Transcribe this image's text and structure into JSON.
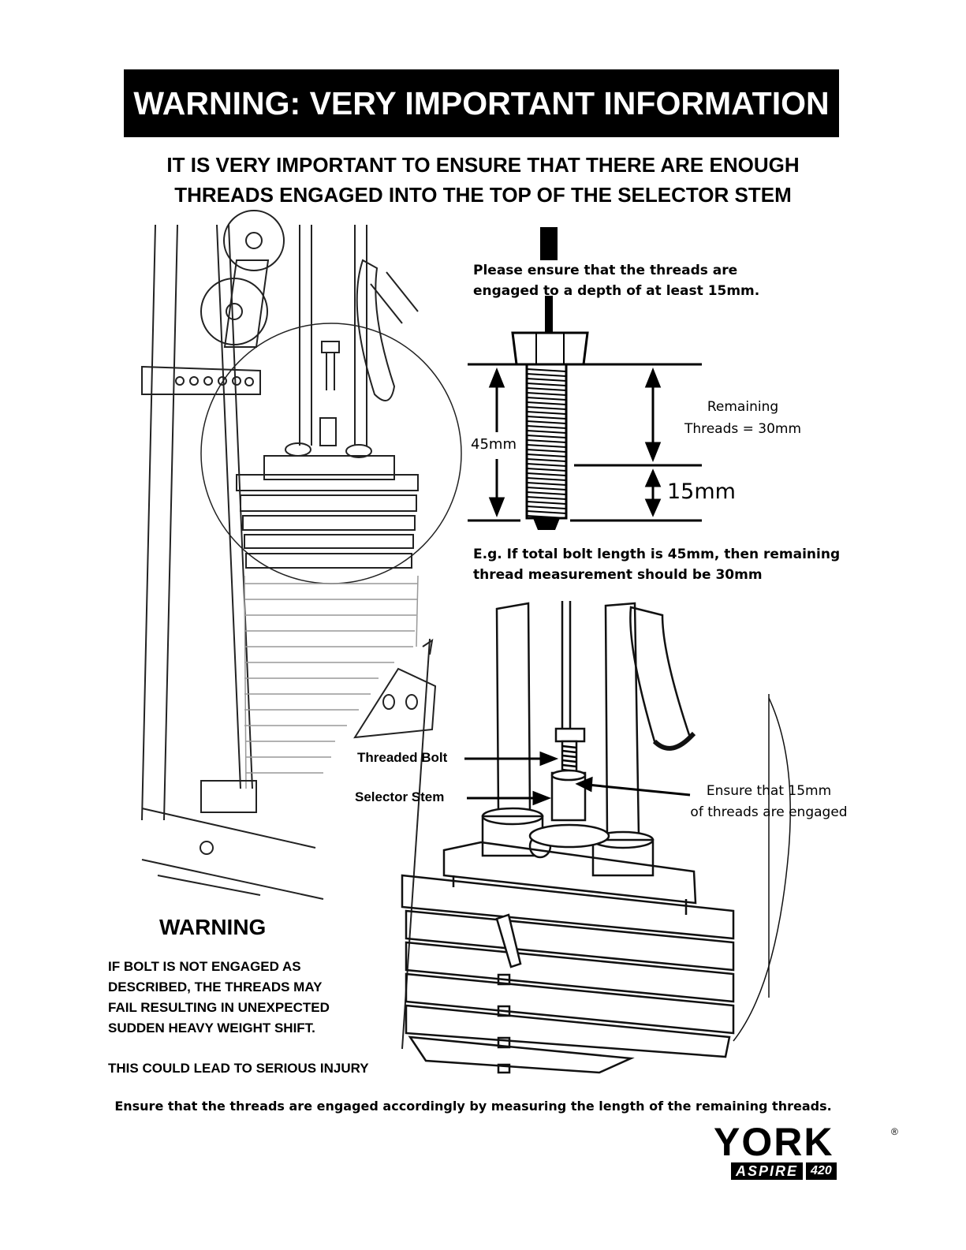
{
  "banner": {
    "title": "WARNING: VERY IMPORTANT INFORMATION"
  },
  "subtitle": {
    "line1": "IT IS VERY IMPORTANT TO ENSURE THAT THERE ARE ENOUGH",
    "line2": "THREADS ENGAGED INTO THE TOP OF THE SELECTOR STEM"
  },
  "bolt_diagram": {
    "note_line1": "Please ensure that the threads are",
    "note_line2": "engaged to a depth of at least 15mm.",
    "total_length_label": "45mm",
    "remaining_label_line1": "Remaining",
    "remaining_label_line2": "Threads = 30mm",
    "engaged_label": "15mm",
    "example_line1": "E.g. If total bolt length is 45mm, then remaining",
    "example_line2": "thread measurement should be 30mm"
  },
  "stack_diagram": {
    "threaded_bolt_label": "Threaded Bolt",
    "selector_stem_label": "Selector Stem",
    "ensure_line1": "Ensure that 15mm",
    "ensure_line2": "of threads are engaged"
  },
  "warning": {
    "title": "WARNING",
    "line1": "IF BOLT IS NOT ENGAGED AS",
    "line2": "DESCRIBED, THE THREADS MAY",
    "line3": "FAIL RESULTING IN UNEXPECTED",
    "line4": "SUDDEN HEAVY WEIGHT SHIFT.",
    "injury": "THIS COULD LEAD TO SERIOUS INJURY"
  },
  "footer": {
    "text": "Ensure that the threads are engaged accordingly by measuring the length of the remaining threads."
  },
  "logo": {
    "brand": "YORK",
    "model": "ASPIRE",
    "number": "420",
    "mark": "®"
  }
}
